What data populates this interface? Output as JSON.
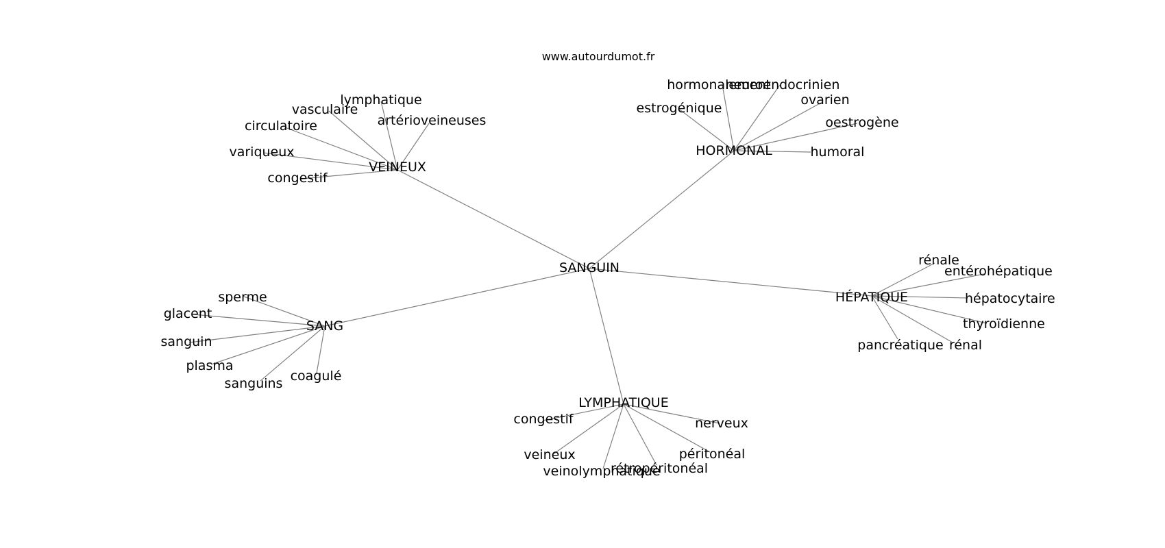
{
  "site": "www.autourdumot.fr",
  "graph": {
    "center": "SANGUIN",
    "hubs": [
      {
        "label": "VEINEUX",
        "leaves": [
          "lymphatique",
          "vasculaire",
          "artérioveineuses",
          "circulatoire",
          "variqueux",
          "congestif"
        ]
      },
      {
        "label": "HORMONAL",
        "leaves": [
          "hormonalement",
          "neuroendocrinien",
          "ovarien",
          "estrogénique",
          "oestrogène",
          "humoral"
        ]
      },
      {
        "label": "HÉPATIQUE",
        "leaves": [
          "rénale",
          "entérohépatique",
          "hépatocytaire",
          "thyroïdienne",
          "pancréatique",
          "rénal"
        ]
      },
      {
        "label": "SANG",
        "leaves": [
          "sperme",
          "glacent",
          "sanguin",
          "plasma",
          "sanguins",
          "coagulé"
        ]
      },
      {
        "label": "LYMPHATIQUE",
        "leaves": [
          "congestif",
          "nerveux",
          "veineux",
          "péritonéal",
          "rétropéritonéal",
          "veinolymphatique"
        ]
      }
    ]
  }
}
